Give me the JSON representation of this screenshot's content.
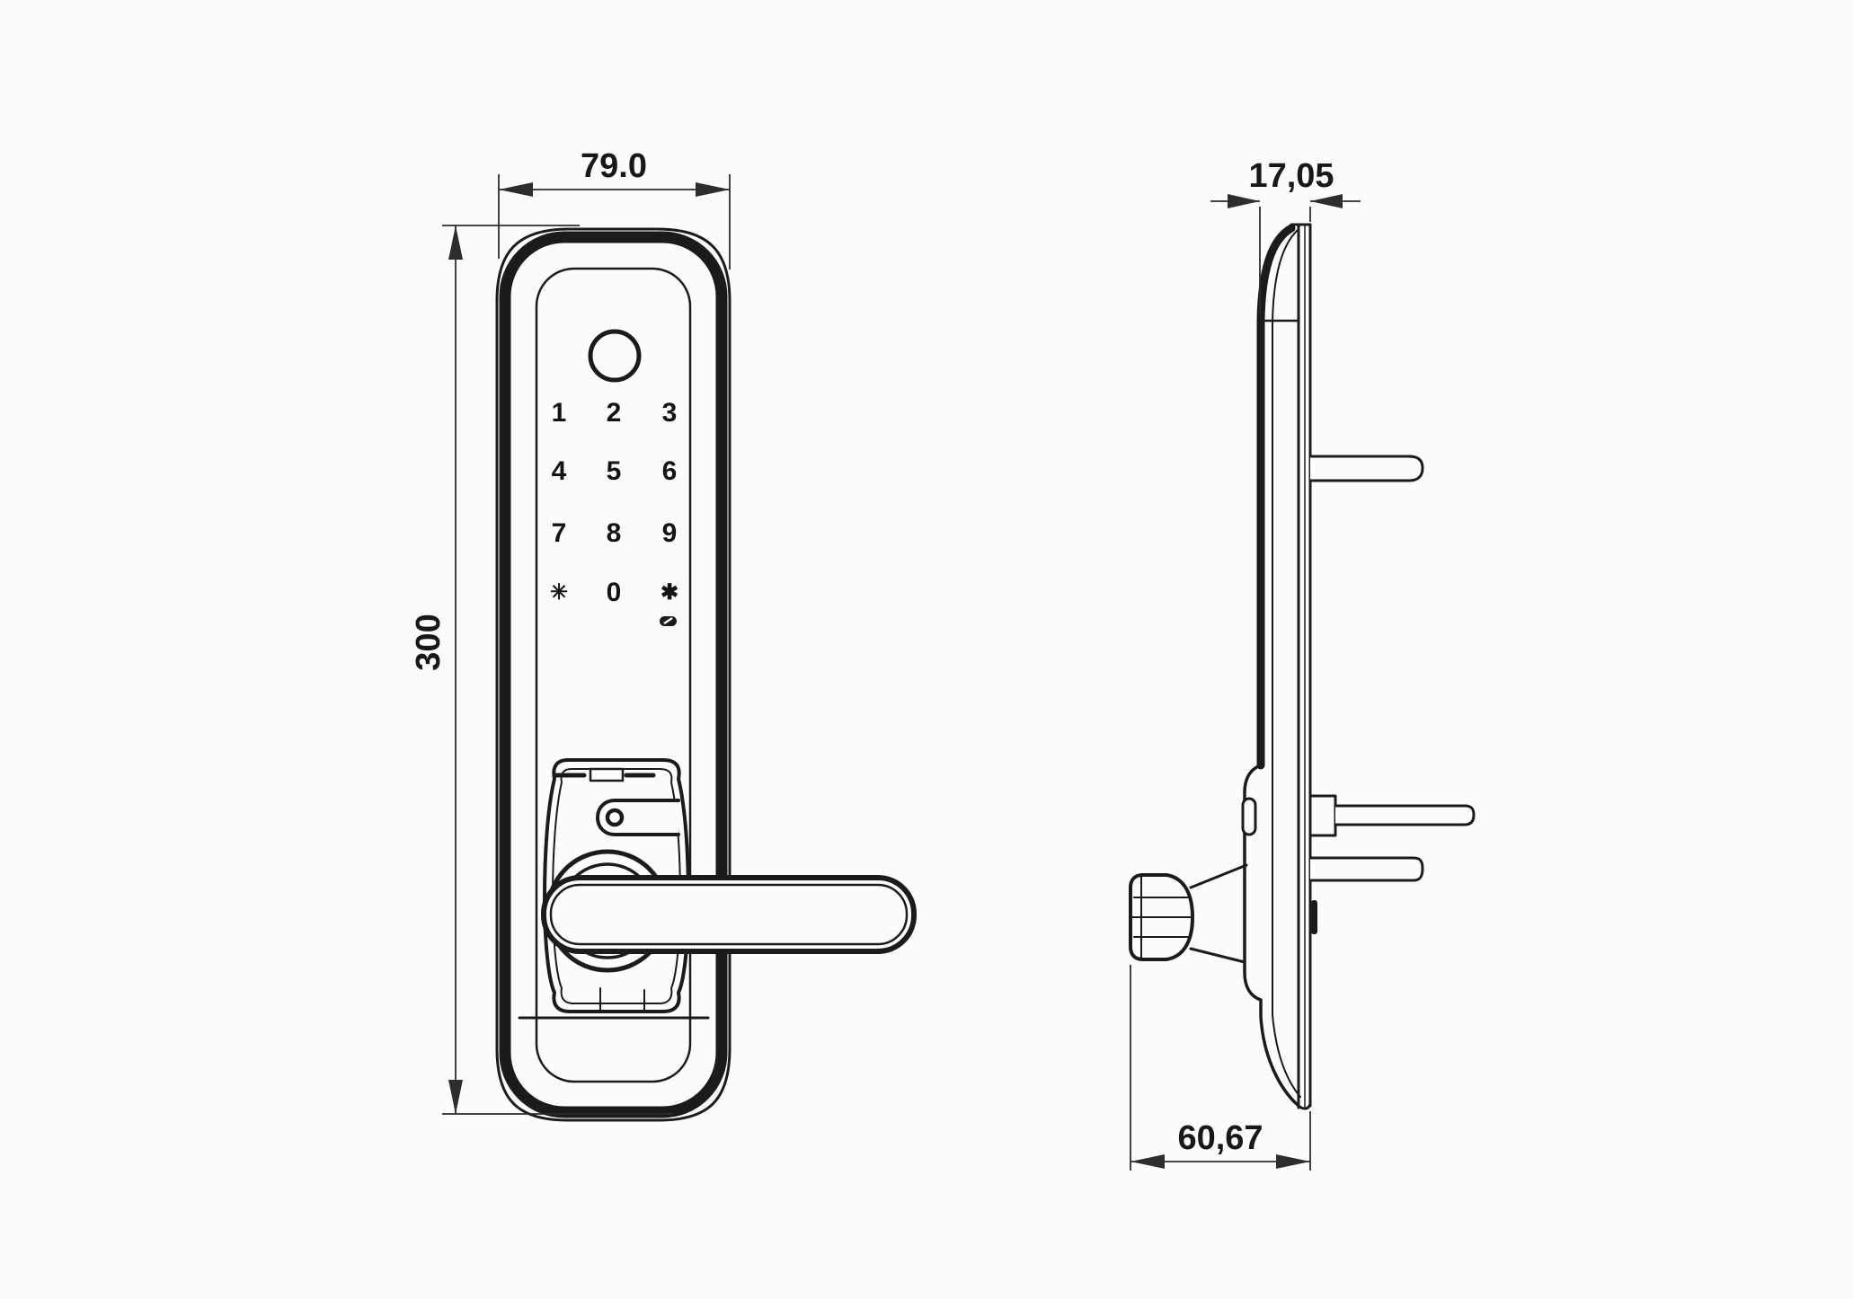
{
  "front": {
    "width_dim": "79.0",
    "height_dim": "300",
    "keypad": {
      "keys": [
        "1",
        "2",
        "3",
        "4",
        "5",
        "6",
        "7",
        "8",
        "9",
        "✳",
        "0",
        "✱"
      ]
    }
  },
  "side": {
    "thickness_dim": "17,05",
    "depth_dim": "60,67"
  },
  "colors": {
    "line": "#1b1b1b",
    "dim_line": "#2d2d2d",
    "background": "#fcfcfc"
  }
}
